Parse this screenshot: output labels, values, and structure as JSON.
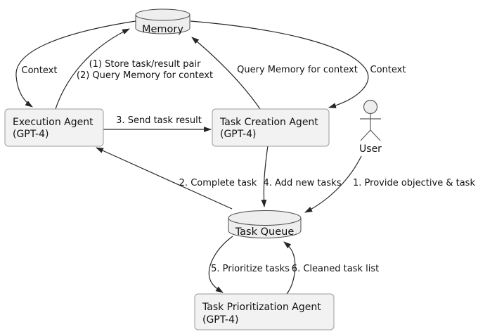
{
  "diagram": {
    "type": "flowchart",
    "background": "#ffffff",
    "colors": {
      "node_fill": "#f2f2f2",
      "node_border": "#9b9b9b",
      "cylinder_fill": "#eeeeee",
      "cylinder_border": "#4a4a4a",
      "edge_color": "#262626",
      "text_color": "#111111",
      "actor_color": "#5a5a5a"
    },
    "nodes": {
      "memory": {
        "label": "Memory",
        "shape": "cylinder"
      },
      "execution_agent": {
        "label": "Execution Agent",
        "sublabel": "(GPT-4)",
        "shape": "rounded-box"
      },
      "task_creation_agent": {
        "label": "Task Creation Agent",
        "sublabel": "(GPT-4)",
        "shape": "rounded-box"
      },
      "user": {
        "label": "User",
        "shape": "actor"
      },
      "task_queue": {
        "label": "Task Queue",
        "shape": "cylinder"
      },
      "task_prioritization_agent": {
        "label": "Task Prioritization Agent",
        "sublabel": "(GPT-4)",
        "shape": "rounded-box"
      }
    },
    "edges": [
      {
        "id": "context-left",
        "from": "memory",
        "to": "execution_agent",
        "label": "Context"
      },
      {
        "id": "store-query-memory",
        "from": "execution_agent",
        "to": "memory",
        "label_line1": "(1) Store task/result pair",
        "label_line2": "(2) Query Memory for context"
      },
      {
        "id": "query-memory",
        "from": "task_creation_agent",
        "to": "memory",
        "label": "Query Memory for context"
      },
      {
        "id": "context-right",
        "from": "memory",
        "to": "task_creation_agent",
        "label": "Context"
      },
      {
        "id": "send-task-result",
        "from": "execution_agent",
        "to": "task_creation_agent",
        "label": "3. Send task result"
      },
      {
        "id": "complete-task",
        "from": "task_queue",
        "to": "execution_agent",
        "label": "2. Complete task"
      },
      {
        "id": "add-new-tasks",
        "from": "task_creation_agent",
        "to": "task_queue",
        "label": "4. Add new tasks"
      },
      {
        "id": "provide-objective",
        "from": "user",
        "to": "task_queue",
        "label": "1. Provide objective & task"
      },
      {
        "id": "prioritize-tasks",
        "from": "task_queue",
        "to": "task_prioritization_agent",
        "label": "5. Prioritize tasks"
      },
      {
        "id": "cleaned-task-list",
        "from": "task_prioritization_agent",
        "to": "task_queue",
        "label": "6. Cleaned task list"
      }
    ]
  }
}
